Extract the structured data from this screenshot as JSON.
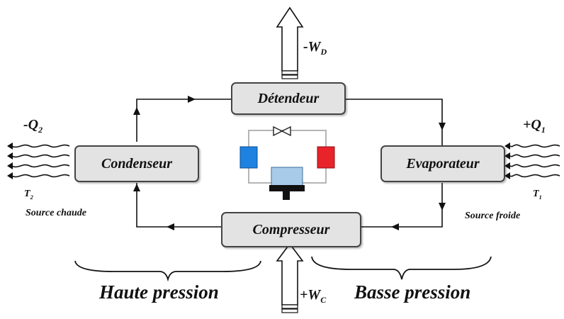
{
  "components": {
    "detendeur": "Détendeur",
    "condenseur": "Condenseur",
    "evaporateur": "Evaporateur",
    "compresseur": "Compresseur"
  },
  "energy": {
    "wd": {
      "main": "-W",
      "sub": "D"
    },
    "wc": {
      "main": "+W",
      "sub": "C"
    },
    "q2": {
      "main": "-Q",
      "sub": "2"
    },
    "q1": {
      "main": "+Q",
      "sub": "1"
    }
  },
  "sources": {
    "t2": {
      "main": "T",
      "sub": "2"
    },
    "t1": {
      "main": "T",
      "sub": "1"
    },
    "hot": "Source chaude",
    "cold": "Source froide"
  },
  "zones": {
    "high": "Haute pression",
    "low": "Basse pression"
  },
  "colors": {
    "hot_block": "#e8232a",
    "cold_block": "#1e82e0",
    "compressor_block": "#a9cbea"
  }
}
